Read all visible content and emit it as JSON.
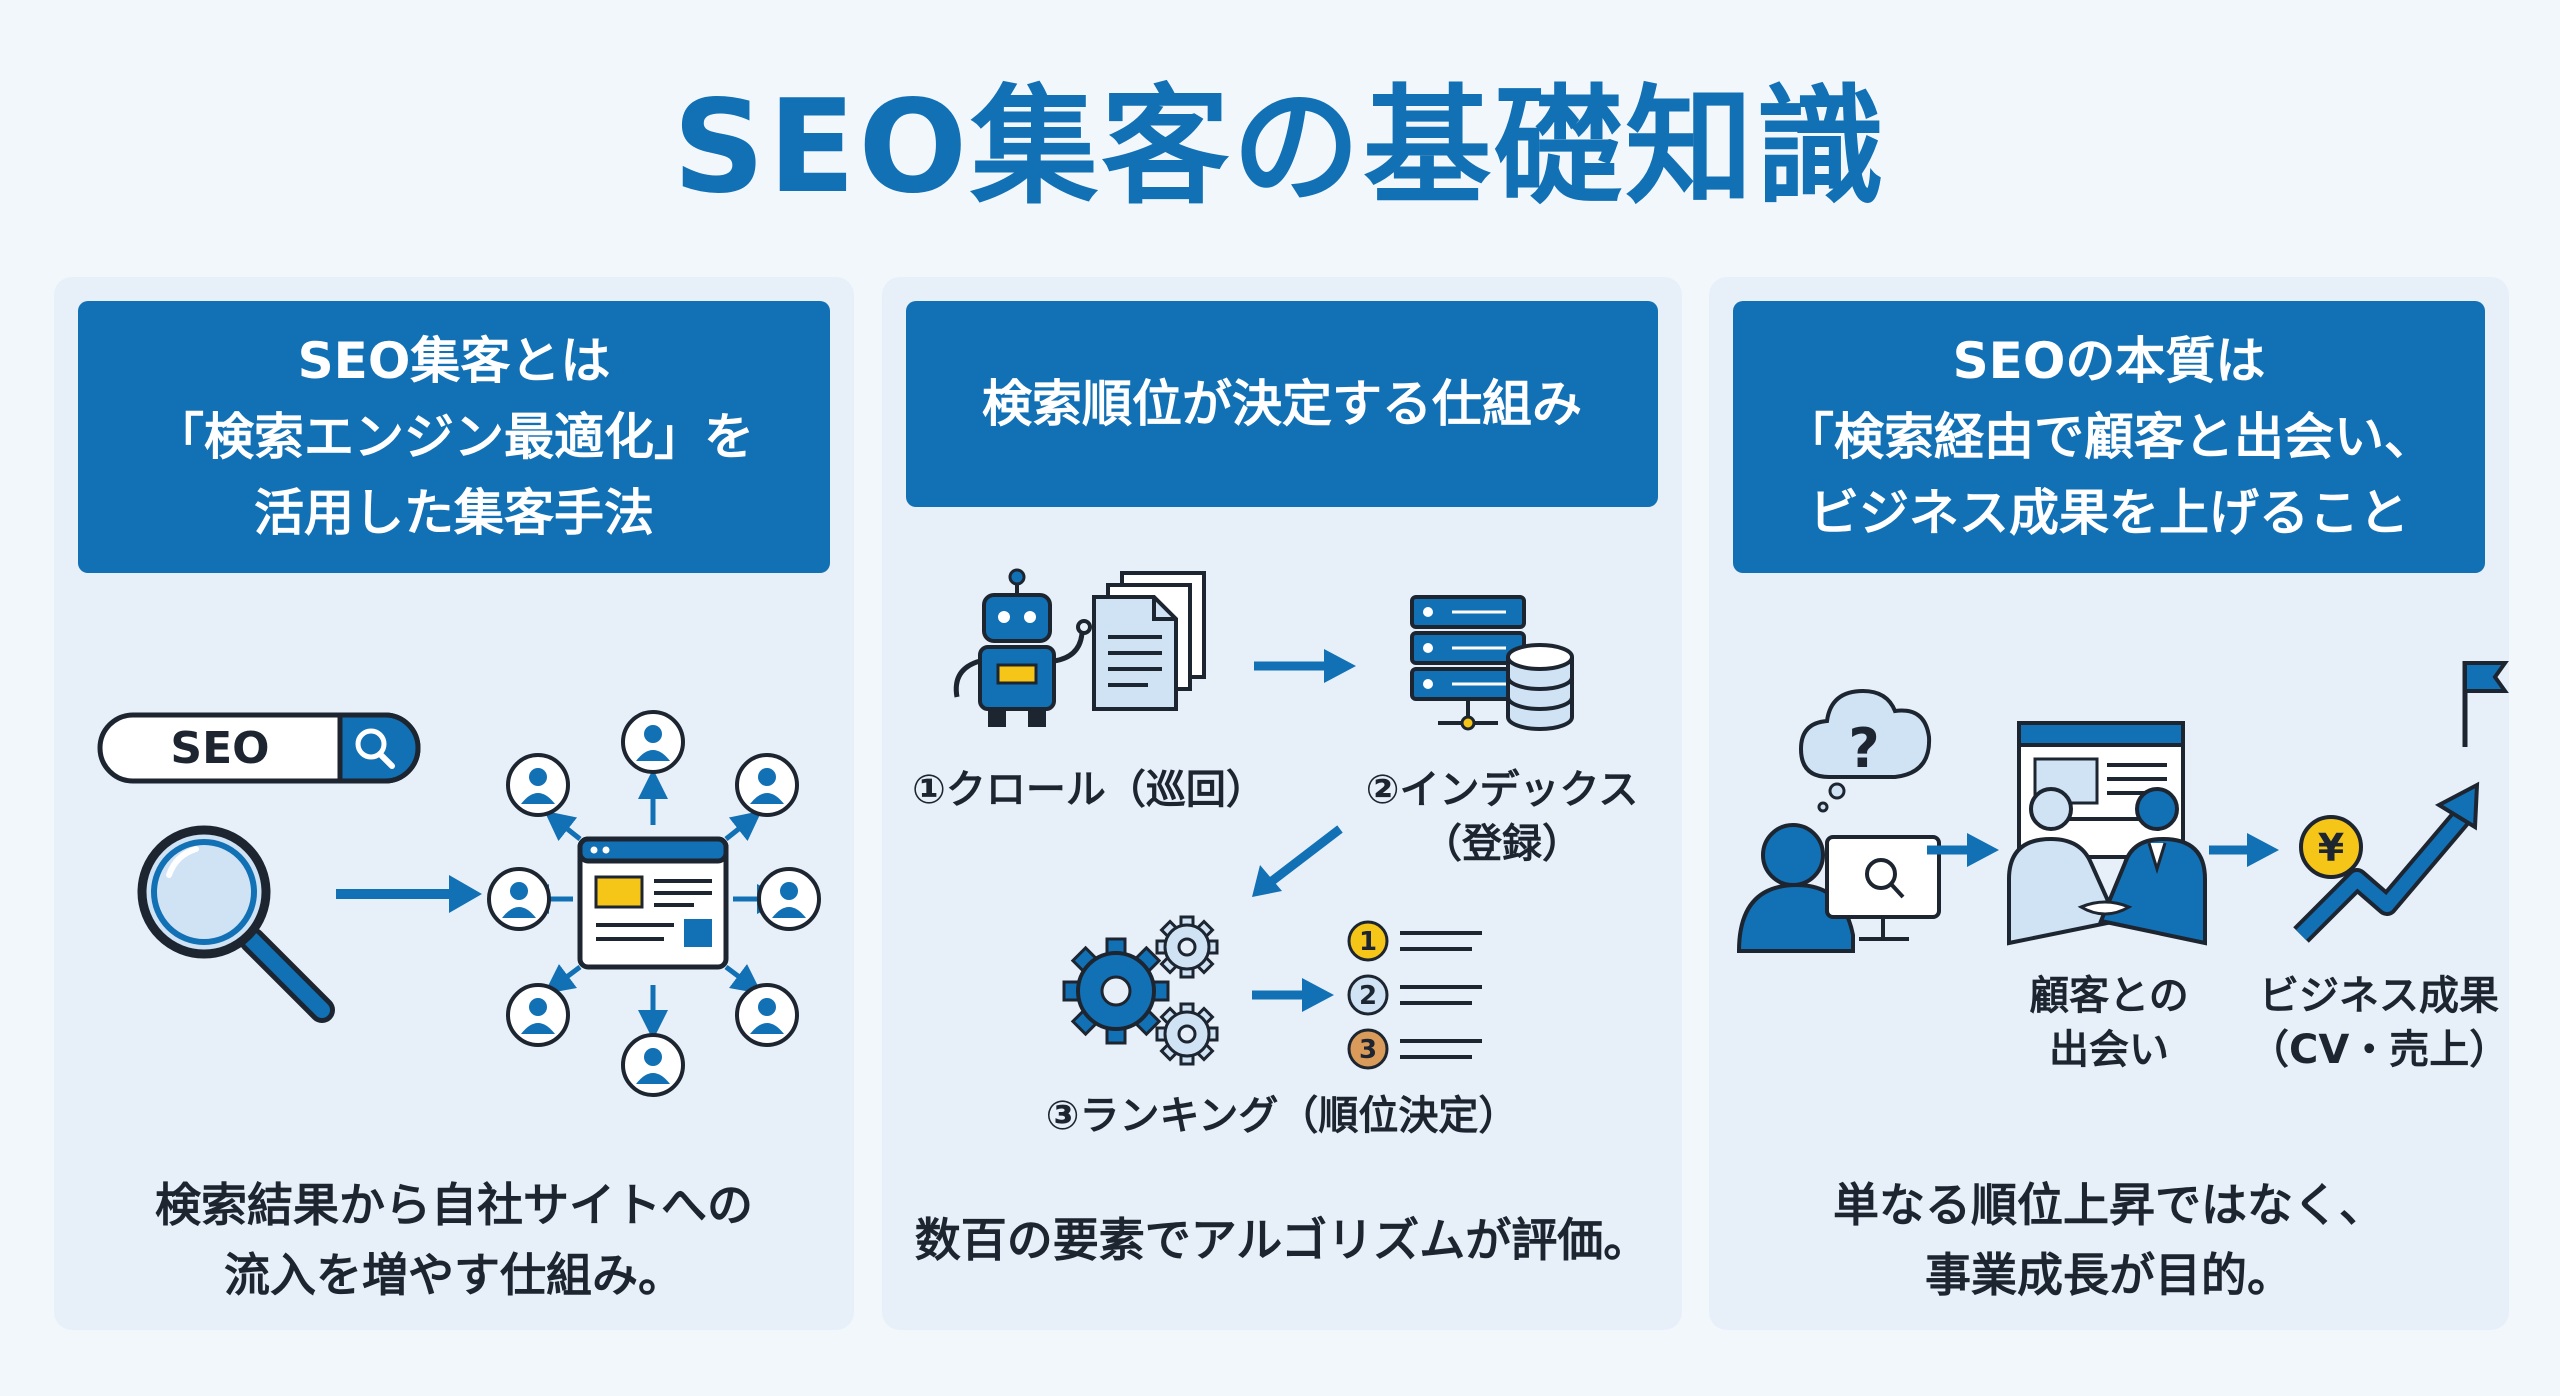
{
  "title": "SEO集客の基礎知識",
  "colors": {
    "brand": "#1270b5",
    "panel": "#e7f0f9",
    "background": "#f2f7fc",
    "accent_yellow": "#f5c518"
  },
  "panel1": {
    "heading": [
      "SEO集客とは",
      "「検索エンジン最適化」を",
      "活用した集客手法"
    ],
    "search_box_text": "SEO",
    "icons": [
      "search-bar-icon",
      "magnifier-icon",
      "arrow-right-icon",
      "website-icon",
      "user-icon"
    ],
    "caption": [
      "検索結果から自社サイトへの",
      "流入を増やす仕組み。"
    ]
  },
  "panel2": {
    "heading": "検索順位が決定する仕組み",
    "steps": [
      {
        "label": [
          "①クロール（巡回）"
        ],
        "icon": "robot-icon"
      },
      {
        "label": [
          "②インデックス",
          "（登録）"
        ],
        "icon": "database-icon"
      },
      {
        "label": [
          "③ランキング（順位決定）"
        ],
        "icon": "gears-icon"
      }
    ],
    "rank_numbers": [
      "1",
      "2",
      "3"
    ],
    "caption": "数百の要素でアルゴリズムが評価。"
  },
  "panel3": {
    "heading": [
      "SEOの本質は",
      "「検索経由で顧客と出会い、",
      "ビジネス成果を上げること"
    ],
    "question_mark": "?",
    "currency_symbol": "¥",
    "labels": [
      [
        "顧客との",
        "出会い"
      ],
      [
        "ビジネス成果",
        "（CV・売上）"
      ]
    ],
    "caption": [
      "単なる順位上昇ではなく、",
      "事業成長が目的。"
    ]
  }
}
